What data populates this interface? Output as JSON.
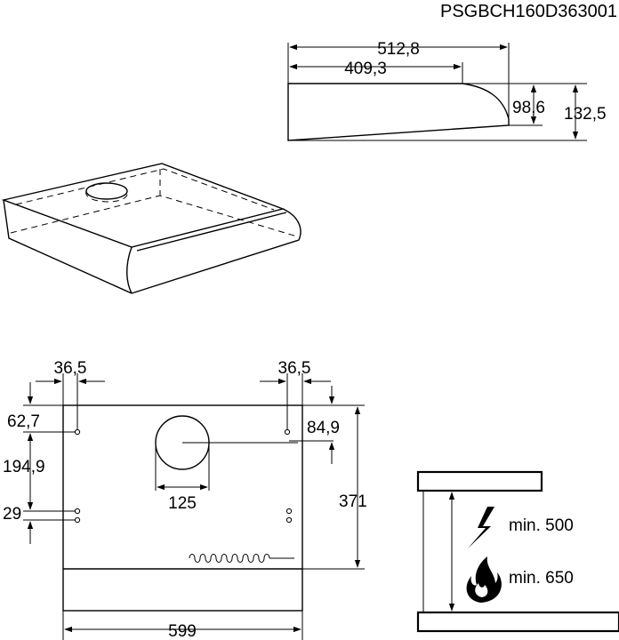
{
  "model_code": "PSGBCH160D363001",
  "side_view": {
    "total_depth": "512,8",
    "front_depth": "409,3",
    "front_height": "98,6",
    "total_height": "132,5"
  },
  "bottom_view": {
    "left_hole_offset": "36,5",
    "right_hole_offset": "36,5",
    "left_top_offset": "62,7",
    "right_top_offset": "84,9",
    "hole_spacing": "194,9",
    "hole_pair_gap": "29",
    "outlet_diameter": "125",
    "depth": "371",
    "width": "599"
  },
  "installation": {
    "electric_label": "min. 500",
    "gas_label": "min. 650"
  }
}
